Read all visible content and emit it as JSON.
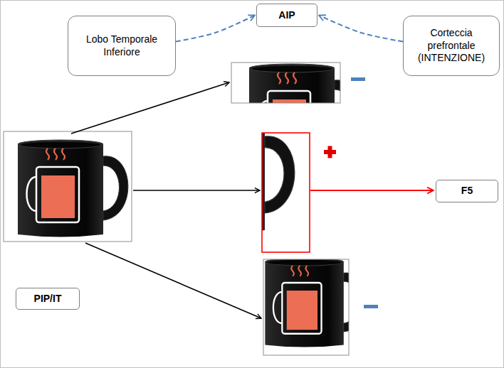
{
  "diagram": {
    "nodes": [
      {
        "text": [
          "AIP"
        ]
      },
      {
        "text": [
          "Lobo Temporale Inferiore"
        ]
      },
      {
        "text": [
          "Corteccia prefrontale (INTENZIONE)"
        ]
      },
      {
        "text": [
          "F5"
        ]
      },
      {
        "text": [
          "PIP/IT"
        ]
      }
    ],
    "edges": [
      {
        "from": 1,
        "to": 0,
        "arrow": "to"
      },
      {
        "from": 2,
        "to": 0,
        "arrow": "to"
      }
    ]
  }
}
